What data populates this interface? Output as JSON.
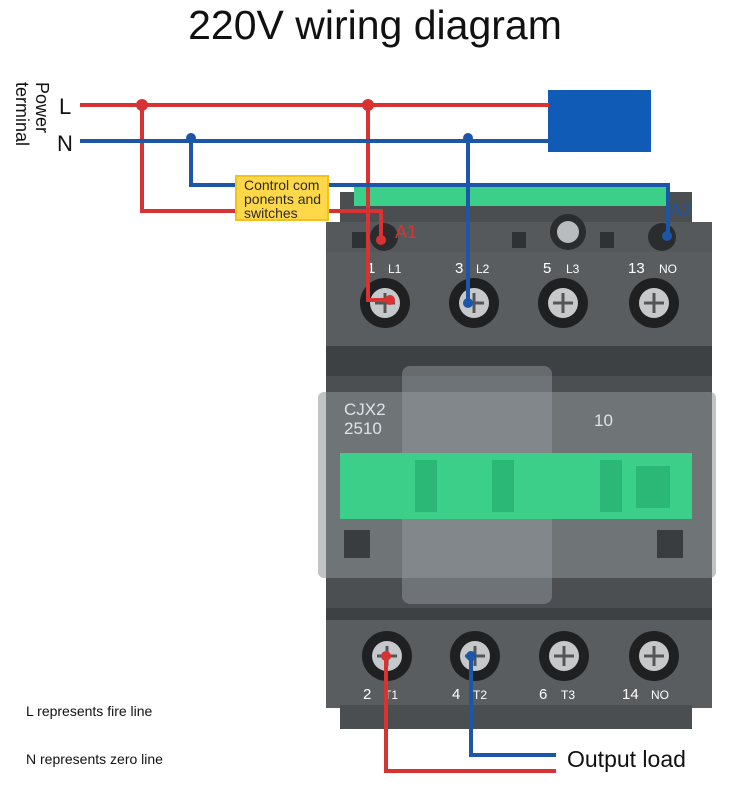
{
  "title": "220V wiring diagram",
  "power_terminal": [
    "Power",
    "terminal"
  ],
  "lines": {
    "live": "L",
    "neutral": "N"
  },
  "control_box": [
    "Control com",
    "ponents and",
    "switches"
  ],
  "coil_labels": {
    "a1": "A1",
    "a2": "A2"
  },
  "top_terminals": [
    {
      "num": "1",
      "code": "L1"
    },
    {
      "num": "3",
      "code": "L2"
    },
    {
      "num": "5",
      "code": "L3"
    },
    {
      "num": "13",
      "code": "NO"
    }
  ],
  "bottom_terminals": [
    {
      "num": "2",
      "code": "T1"
    },
    {
      "num": "4",
      "code": "T2"
    },
    {
      "num": "6",
      "code": "T3"
    },
    {
      "num": "14",
      "code": "NO"
    }
  ],
  "model": {
    "line1": "CJX2",
    "line2": "2510",
    "contact": "10"
  },
  "output_label": "Output load",
  "legend": {
    "l_line": "L represents fire line",
    "n_line": "N represents zero line"
  },
  "colors": {
    "live": "#d93232",
    "neutral": "#1c56a8",
    "body": "#55595c",
    "window": "#3ccf8a",
    "control": "#ffd84a",
    "load": "#0f5bb5"
  }
}
